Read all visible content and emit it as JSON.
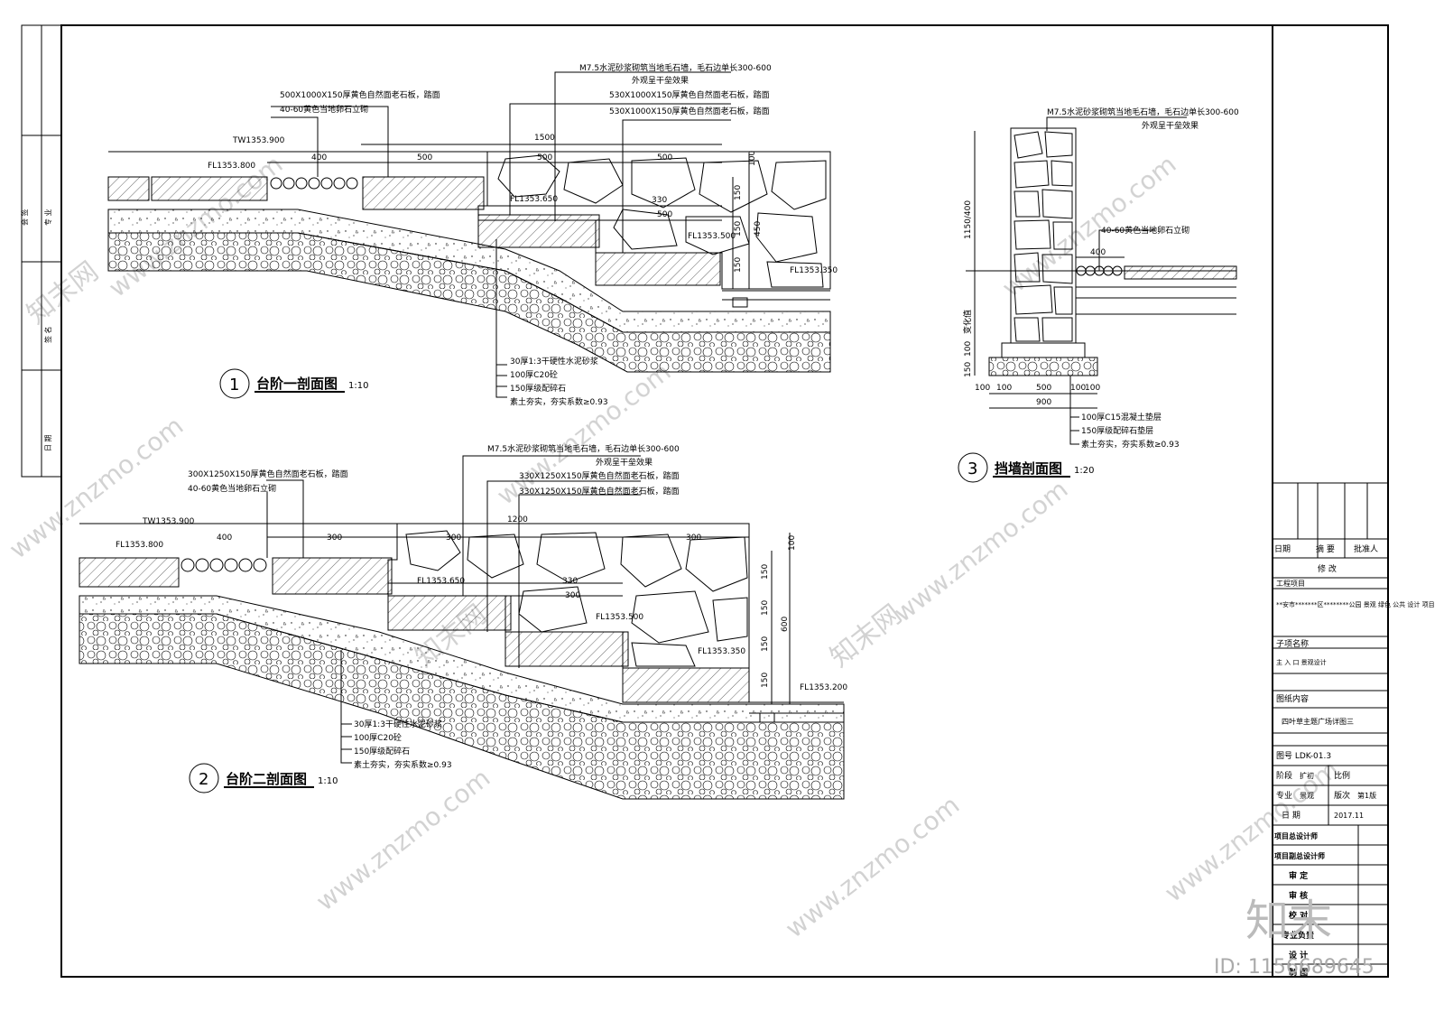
{
  "section1": {
    "num": "1",
    "title": "台阶一剖面图",
    "scale": "1:10",
    "notes_top": [
      "M7.5水泥砂浆砌筑当地毛石墙，毛石边单长300-600",
      "外观呈干垒效果",
      "500X1000X150厚黄色自然面老石板，踏面",
      "40-60黄色当地卵石立砌",
      "530X1000X150厚黄色自然面老石板，踏面",
      "530X1000X150厚黄色自然面老石板，踏面"
    ],
    "notes_bottom": [
      "30厚1:3干硬性水泥砂浆",
      "100厚C20砼",
      "150厚级配碎石",
      "素土夯实，夯实系数≥0.93"
    ],
    "elevations": [
      "TW1353.900",
      "FL1353.800",
      "FL1353.650",
      "FL1353.500",
      "FL1353.350"
    ],
    "dims": [
      "1500",
      "400",
      "500",
      "500",
      "500",
      "330",
      "500",
      "100",
      "150",
      "150",
      "150",
      "450"
    ]
  },
  "section2": {
    "num": "2",
    "title": "台阶二剖面图",
    "scale": "1:10",
    "notes_top": [
      "M7.5水泥砂浆砌筑当地毛石墙，毛石边单长300-600",
      "外观呈干垒效果",
      "300X1250X150厚黄色自然面老石板，踏面",
      "40-60黄色当地卵石立砌",
      "330X1250X150厚黄色自然面老石板，踏面",
      "330X1250X150厚黄色自然面老石板，踏面"
    ],
    "notes_bottom": [
      "30厚1:3干硬性水泥砂浆",
      "100厚C20砼",
      "150厚级配碎石",
      "素土夯实，夯实系数≥0.93"
    ],
    "elevations": [
      "TW1353.900",
      "FL1353.800",
      "FL1353.650",
      "FL1353.500",
      "FL1353.350",
      "FL1353.200"
    ],
    "dims": [
      "1200",
      "400",
      "300",
      "300",
      "300",
      "330",
      "300",
      "100",
      "150",
      "150",
      "150",
      "150",
      "600"
    ]
  },
  "section3": {
    "num": "3",
    "title": "挡墙剖面图",
    "scale": "1:20",
    "notes_top": [
      "M7.5水泥砂浆砌筑当地毛石墙，毛石边单长300-600",
      "外观呈干垒效果",
      "40-60黄色当地卵石立砌"
    ],
    "notes_bottom": [
      "100厚C15混凝土垫层",
      "150厚级配碎石垫层",
      "素土夯实，夯实系数≥0.93"
    ],
    "dims": [
      "1150/400",
      "400",
      "150",
      "100",
      "100",
      "100",
      "500",
      "100",
      "100",
      "900",
      "变化值"
    ]
  },
  "title_block": {
    "rev_headers": [
      "日期",
      "摘 要",
      "批准人"
    ],
    "rev_title": "修 改",
    "project_label": "工程项目",
    "project_value": "**安市*******区********公园 景观 绿色 公共 设计 项目",
    "subitem_label": "子项名称",
    "subitem_value": "主 入 口 景观设计",
    "content_label": "图纸内容",
    "content_value": "四叶草主题广场详图三",
    "drawing_no": "图号 LDK-01.3",
    "stage_label": "阶段",
    "stage_value": "扩初",
    "scale_label": "比例",
    "discipline_label": "专业",
    "discipline_value": "景观",
    "version_label": "版次",
    "version_value": "第1版",
    "date_label": "日 期",
    "date_value": "2017.11",
    "roles": [
      "项目总设计师",
      "项目副总设计师",
      "审 定",
      "审 核",
      "校 对",
      "专业负责",
      "设 计",
      "制 图"
    ]
  },
  "left_strip": [
    "会 签",
    "专 业",
    "签 名",
    "日 期"
  ],
  "watermark": {
    "text": "www.znzmo.com",
    "brand": "知末网",
    "logo": "知末",
    "id": "ID: 1156689645"
  }
}
